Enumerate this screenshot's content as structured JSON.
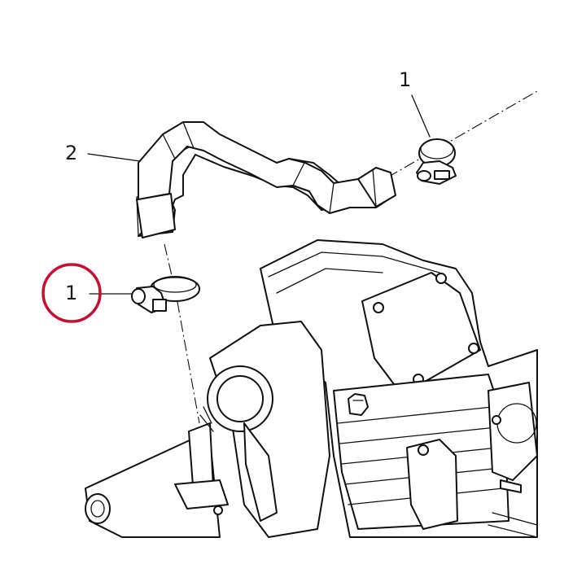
{
  "callouts": {
    "clamp_top": "1",
    "hose": "2",
    "clamp_left": "1"
  },
  "highlight_color": "#c8102e"
}
